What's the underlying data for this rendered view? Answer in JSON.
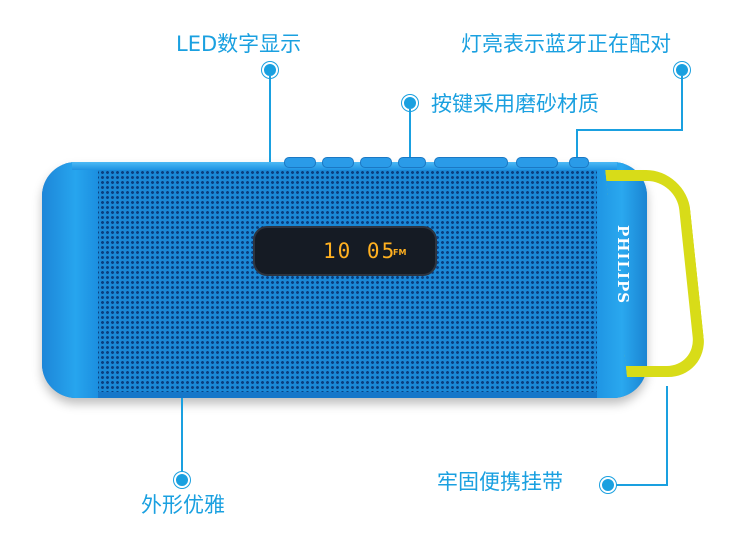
{
  "callouts": {
    "led_display": "LED数字显示",
    "bluetooth_light": "灯亮表示蓝牙正在配对",
    "matte_buttons": "按键采用磨砂材质",
    "elegant_shape": "外形优雅",
    "strap": "牢固便携挂带"
  },
  "display": {
    "digits": "10 05",
    "unit": "FM"
  },
  "brand": "PHILIPS",
  "colors": {
    "accent": "#1aa0e0",
    "speaker_body": "#1a88d6",
    "strap": "#d8dc18",
    "display_text": "#ffb020"
  }
}
